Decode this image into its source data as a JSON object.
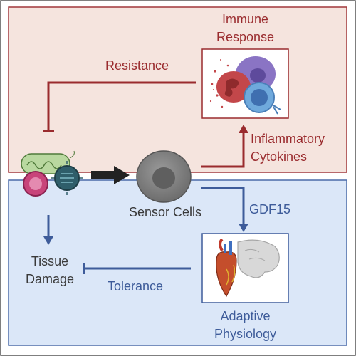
{
  "labels": {
    "immune_response": [
      "Immune",
      "Response"
    ],
    "resistance": "Resistance",
    "inflammatory_cytokines": [
      "Inflammatory",
      "Cytokines"
    ],
    "sensor_cells": "Sensor Cells",
    "gdf15": "GDF15",
    "tissue_damage": [
      "Tissue",
      "Damage"
    ],
    "tolerance": "Tolerance",
    "adaptive_physiology": [
      "Adaptive",
      "Physiology"
    ]
  },
  "colors": {
    "top_panel_fill": "#f5e4de",
    "top_panel_border": "#a0373a",
    "bottom_panel_fill": "#dbe7f8",
    "bottom_panel_border": "#4a6aa8",
    "resistance_arrow": "#9a2b2e",
    "tolerance_arrow": "#3e5c9a"
  },
  "icons": [
    "pathogen-cluster-icon",
    "sensor-cell-icon",
    "immune-cells-icon",
    "heart-brain-icon"
  ]
}
